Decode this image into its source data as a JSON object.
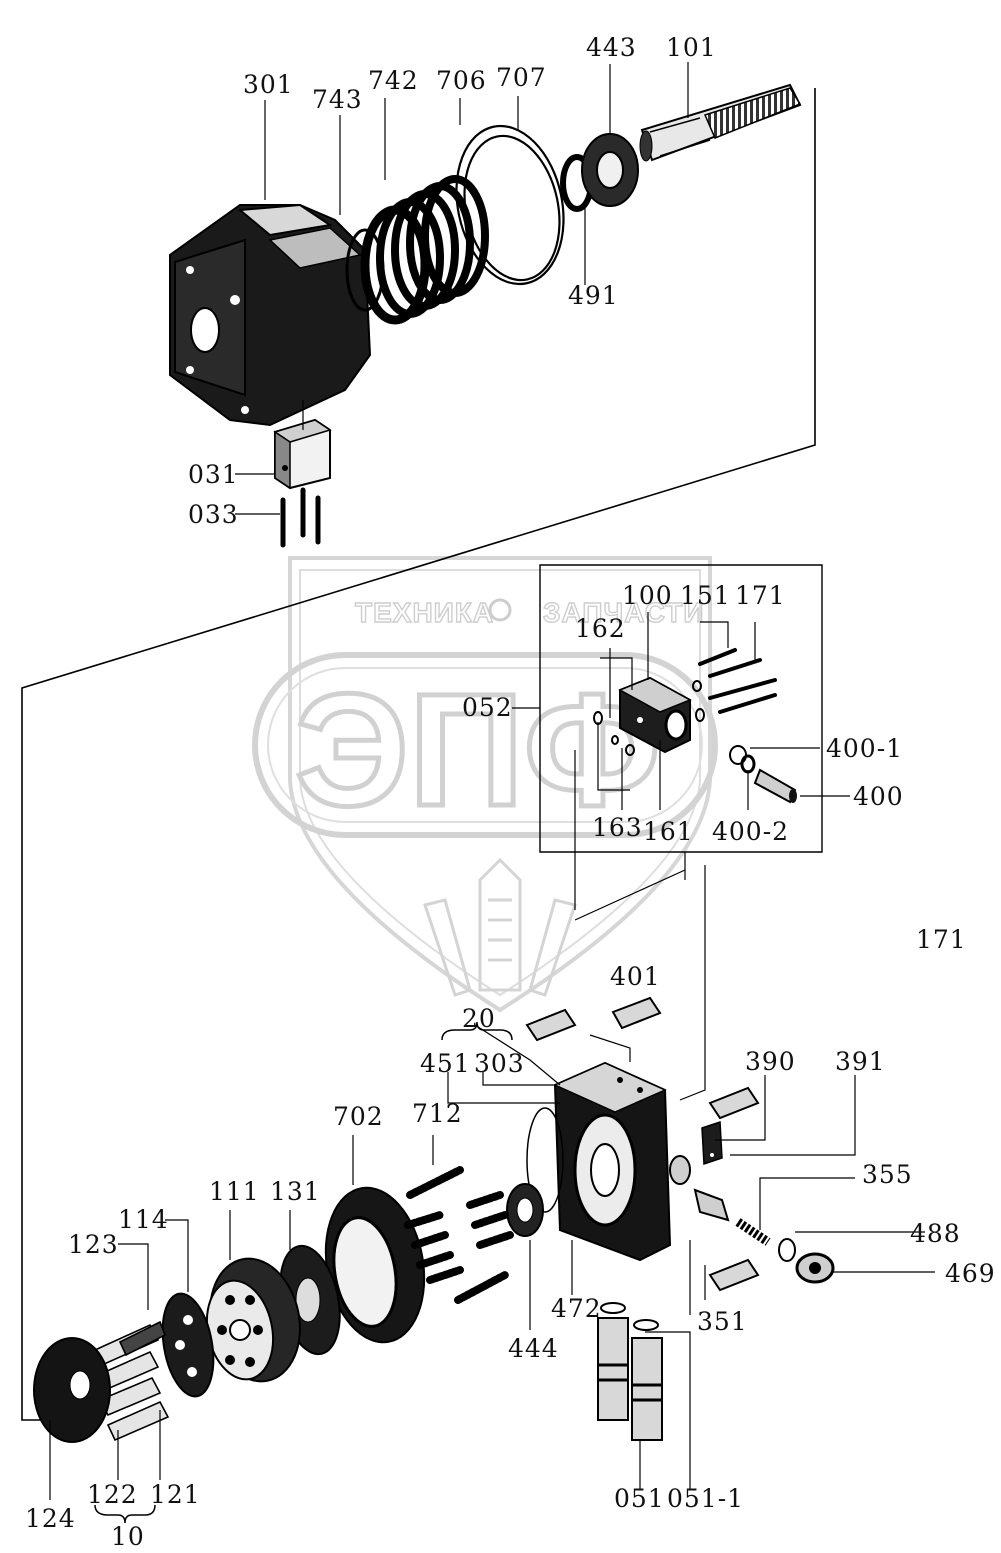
{
  "watermark": {
    "left_text": "ТЕХНИКА",
    "right_text": "ЗАПЧАСТИ",
    "logo_letters": "ЭПФ"
  },
  "labels": {
    "l301": "301",
    "l743": "743",
    "l742": "742",
    "l706": "706",
    "l707": "707",
    "l443": "443",
    "l101": "101",
    "l491": "491",
    "l031": "031",
    "l033": "033",
    "l100": "100",
    "l151": "151",
    "l171": "171",
    "l162": "162",
    "l052": "052",
    "l400_1": "400-1",
    "l400": "400",
    "l163": "163",
    "l161": "161",
    "l400_2": "400-2",
    "l171b": "171",
    "l401": "401",
    "l20": "20",
    "l451": "451",
    "l303": "303",
    "l390": "390",
    "l391": "391",
    "l702": "702",
    "l712": "712",
    "l355": "355",
    "l111": "111",
    "l131": "131",
    "l114": "114",
    "l123": "123",
    "l488": "488",
    "l469": "469",
    "l472": "472",
    "l351": "351",
    "l444": "444",
    "l124": "124",
    "l122": "122",
    "l121": "121",
    "l10": "10",
    "l051": "051",
    "l051_1": "051-1"
  }
}
